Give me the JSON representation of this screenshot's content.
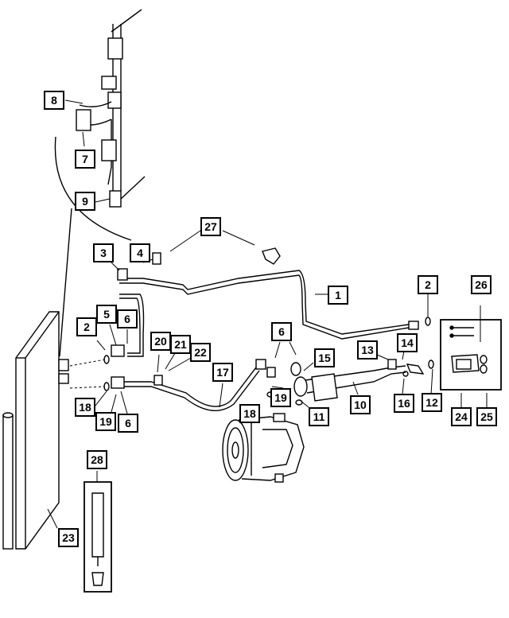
{
  "diagram": {
    "callouts": [
      {
        "id": "c1",
        "label": "1"
      },
      {
        "id": "c2a",
        "label": "2"
      },
      {
        "id": "c2b",
        "label": "2"
      },
      {
        "id": "c3",
        "label": "3"
      },
      {
        "id": "c4",
        "label": "4"
      },
      {
        "id": "c5",
        "label": "5"
      },
      {
        "id": "c6a",
        "label": "6"
      },
      {
        "id": "c6b",
        "label": "6"
      },
      {
        "id": "c6c",
        "label": "6"
      },
      {
        "id": "c7",
        "label": "7"
      },
      {
        "id": "c8",
        "label": "8"
      },
      {
        "id": "c9",
        "label": "9"
      },
      {
        "id": "c10",
        "label": "10"
      },
      {
        "id": "c11",
        "label": "11"
      },
      {
        "id": "c12",
        "label": "12"
      },
      {
        "id": "c13",
        "label": "13"
      },
      {
        "id": "c14",
        "label": "14"
      },
      {
        "id": "c15",
        "label": "15"
      },
      {
        "id": "c16",
        "label": "16"
      },
      {
        "id": "c17",
        "label": "17"
      },
      {
        "id": "c18a",
        "label": "18"
      },
      {
        "id": "c18b",
        "label": "18"
      },
      {
        "id": "c19a",
        "label": "19"
      },
      {
        "id": "c19b",
        "label": "19"
      },
      {
        "id": "c20",
        "label": "20"
      },
      {
        "id": "c21",
        "label": "21"
      },
      {
        "id": "c22",
        "label": "22"
      },
      {
        "id": "c23",
        "label": "23"
      },
      {
        "id": "c24",
        "label": "24"
      },
      {
        "id": "c25",
        "label": "25"
      },
      {
        "id": "c26",
        "label": "26"
      },
      {
        "id": "c27",
        "label": "27"
      },
      {
        "id": "c28",
        "label": "28"
      }
    ]
  }
}
